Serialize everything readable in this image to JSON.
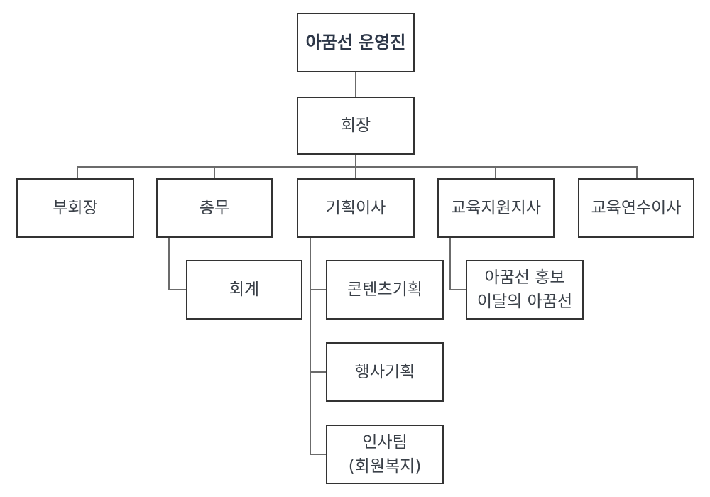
{
  "title": "아꿈선 운영진",
  "president": "회장",
  "departments": {
    "vice_president": "부회장",
    "general_affairs": "총무",
    "planning": "기획이사",
    "education_support": "교육지원지사",
    "education_training": "교육연수이사"
  },
  "sub_units": {
    "accounting": "회계",
    "content_planning": "콘텐츠기획",
    "event_planning": "행사기획",
    "hr_team_line1": "인사팀",
    "hr_team_line2": "(회원복지)",
    "pr_line1": "아꿈선 홍보",
    "pr_line2": "이달의 아꿈선"
  }
}
